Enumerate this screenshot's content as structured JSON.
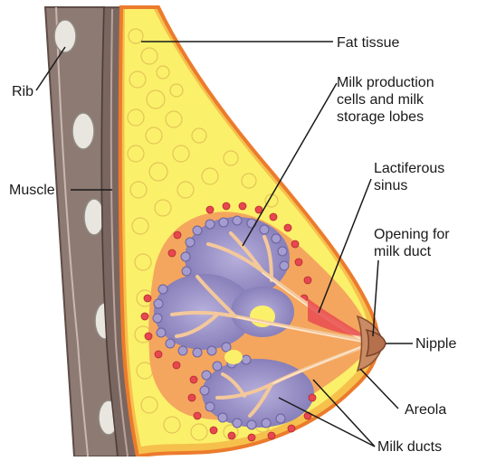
{
  "labels": {
    "fat_tissue": "Fat tissue",
    "milk_production": [
      "Milk production",
      "cells and milk",
      "storage lobes"
    ],
    "rib": "Rib",
    "muscle": "Muscle",
    "lactiferous_sinus": [
      "Lactiferous",
      "sinus"
    ],
    "opening_for_milk_duct": [
      "Opening for",
      "milk duct"
    ],
    "nipple": "Nipple",
    "areola": "Areola",
    "milk_ducts": "Milk ducts"
  },
  "colors": {
    "rib_wall": "#8f7d76",
    "muscle": "#7a6660",
    "fat": "#fbf06a",
    "fat_outline": "#e8c35a",
    "skin": "#f2a65a",
    "lobule": "#8e86bd",
    "alveoli_red": "#e8474f",
    "duct": "#f3a978",
    "nipple": "#b5714e"
  }
}
